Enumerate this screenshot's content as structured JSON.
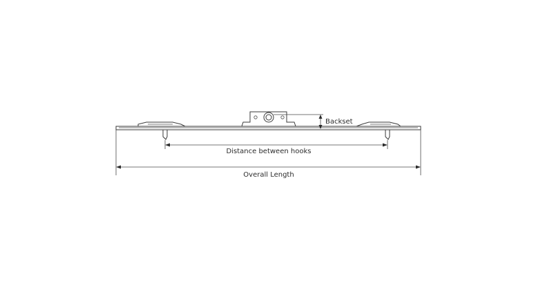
{
  "labels": {
    "backset": "Backset",
    "hooks": "Distance between hooks",
    "overall": "Overall Length"
  },
  "colors": {
    "line": "#3a3a3a",
    "text": "#2b2b2b",
    "background": "#ffffff"
  }
}
